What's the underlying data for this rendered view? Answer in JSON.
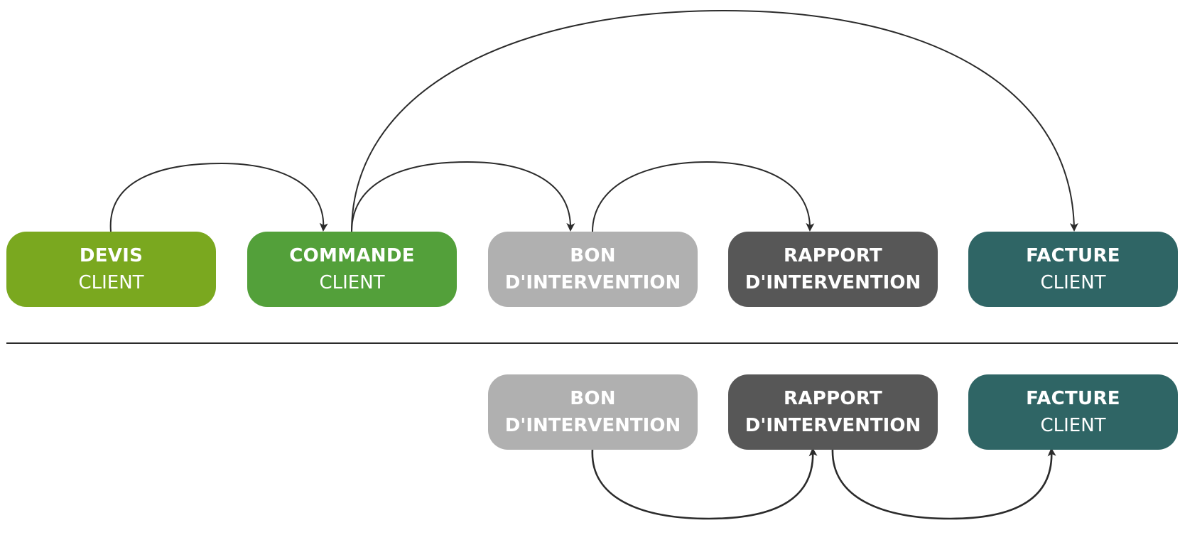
{
  "colors": {
    "devis": "#7aa81f",
    "commande": "#53a03a",
    "bon": "#b0b0b0",
    "rapport": "#575757",
    "facture": "#2f6565",
    "line": "#2b2b2b"
  },
  "top_row": {
    "devis": {
      "line1": "DEVIS",
      "line2": "CLIENT"
    },
    "commande": {
      "line1": "COMMANDE",
      "line2": "CLIENT"
    },
    "bon": {
      "line1": "BON",
      "line2": "D'INTERVENTION"
    },
    "rapport": {
      "line1": "RAPPORT",
      "line2": "D'INTERVENTION"
    },
    "facture": {
      "line1": "FACTURE",
      "line2": "CLIENT"
    }
  },
  "bottom_row": {
    "bon": {
      "line1": "BON",
      "line2": "D'INTERVENTION"
    },
    "rapport": {
      "line1": "RAPPORT",
      "line2": "D'INTERVENTION"
    },
    "facture": {
      "line1": "FACTURE",
      "line2": "CLIENT"
    }
  }
}
